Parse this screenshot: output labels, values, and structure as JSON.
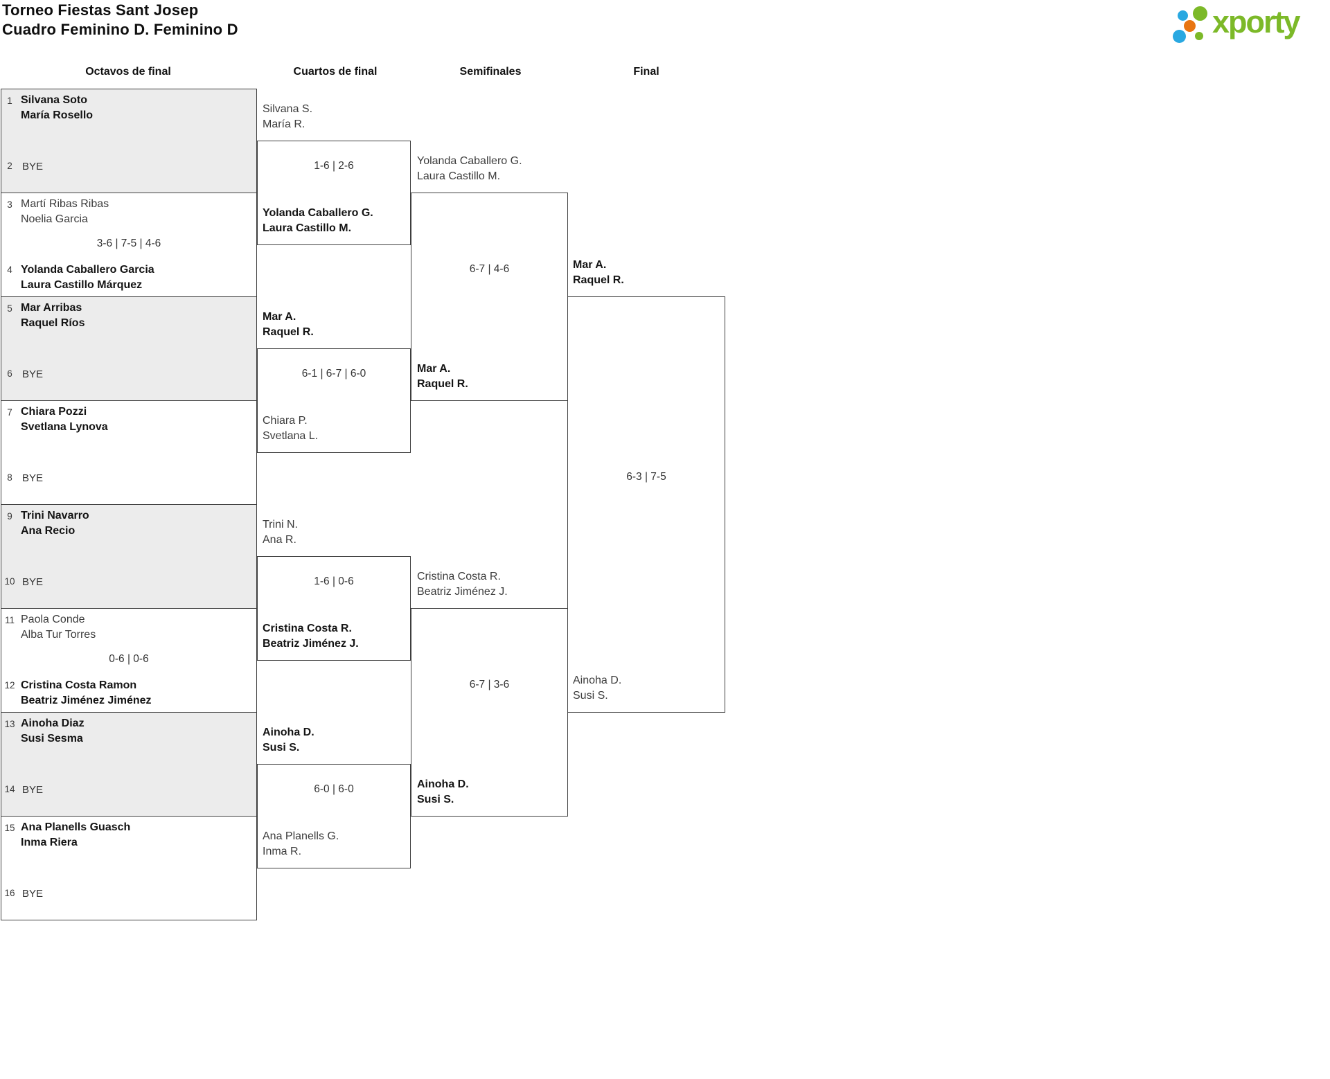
{
  "title": {
    "line1": "Torneo Fiestas Sant Josep",
    "line2": "Cuadro Feminino D. Feminino D"
  },
  "logo": {
    "brand": "xporty",
    "green": "#7cb928",
    "blue": "#29a8e1",
    "orange": "#e87511"
  },
  "round_headers": {
    "r16": "Octavos de final",
    "qf": "Cuartos de final",
    "sf": "Semifinales",
    "final": "Final"
  },
  "octavos": [
    {
      "seed1": "1",
      "p1a": "Silvana Soto",
      "p1b": "María Rosello",
      "seed2": "2",
      "bye": "BYE"
    },
    {
      "seed1": "3",
      "p1a": "Martí Ribas Ribas",
      "p1b": "Noelia Garcia",
      "score": "3-6 | 7-5 | 4-6",
      "seed2": "4",
      "p2a": "Yolanda Caballero Garcia",
      "p2b": "Laura Castillo Márquez"
    },
    {
      "seed1": "5",
      "p1a": "Mar Arribas",
      "p1b": "Raquel Ríos",
      "seed2": "6",
      "bye": "BYE"
    },
    {
      "seed1": "7",
      "p1a": "Chiara Pozzi",
      "p1b": "Svetlana Lynova",
      "seed2": "8",
      "bye": "BYE"
    },
    {
      "seed1": "9",
      "p1a": "Trini Navarro",
      "p1b": "Ana Recio",
      "seed2": "10",
      "bye": "BYE"
    },
    {
      "seed1": "11",
      "p1a": "Paola Conde",
      "p1b": "Alba Tur Torres",
      "score": "0-6 | 0-6",
      "seed2": "12",
      "p2a": "Cristina Costa Ramon",
      "p2b": "Beatriz Jiménez Jiménez"
    },
    {
      "seed1": "13",
      "p1a": "Ainoha Diaz",
      "p1b": "Susi Sesma",
      "seed2": "14",
      "bye": "BYE"
    },
    {
      "seed1": "15",
      "p1a": "Ana Planells Guasch",
      "p1b": "Inma Riera",
      "seed2": "16",
      "bye": "BYE"
    }
  ],
  "quarterfinals": [
    {
      "p1a": "Silvana S.",
      "p1b": "María R.",
      "score": "1-6 | 2-6",
      "p2a": "Yolanda Caballero G.",
      "p2b": "Laura Castillo M."
    },
    {
      "p1a": "Mar A.",
      "p1b": "Raquel R.",
      "score": "6-1 | 6-7 | 6-0",
      "p2a": "Chiara P.",
      "p2b": "Svetlana L."
    },
    {
      "p1a": "Trini N.",
      "p1b": "Ana R.",
      "score": "1-6 | 0-6",
      "p2a": "Cristina Costa R.",
      "p2b": "Beatriz Jiménez J."
    },
    {
      "p1a": "Ainoha D.",
      "p1b": "Susi S.",
      "score": "6-0 | 6-0",
      "p2a": "Ana Planells G.",
      "p2b": "Inma R."
    }
  ],
  "semifinals": [
    {
      "p1a": "Yolanda Caballero G.",
      "p1b": "Laura Castillo M.",
      "score": "6-7 | 4-6",
      "p2a": "Mar A.",
      "p2b": "Raquel R."
    },
    {
      "p1a": "Cristina Costa R.",
      "p1b": "Beatriz Jiménez J.",
      "score": "6-7 | 3-6",
      "p2a": "Ainoha D.",
      "p2b": "Susi S."
    }
  ],
  "final": {
    "p1a": "Mar A.",
    "p1b": "Raquel R.",
    "score": "6-3 | 7-5",
    "p2a": "Ainoha D.",
    "p2b": "Susi S."
  }
}
